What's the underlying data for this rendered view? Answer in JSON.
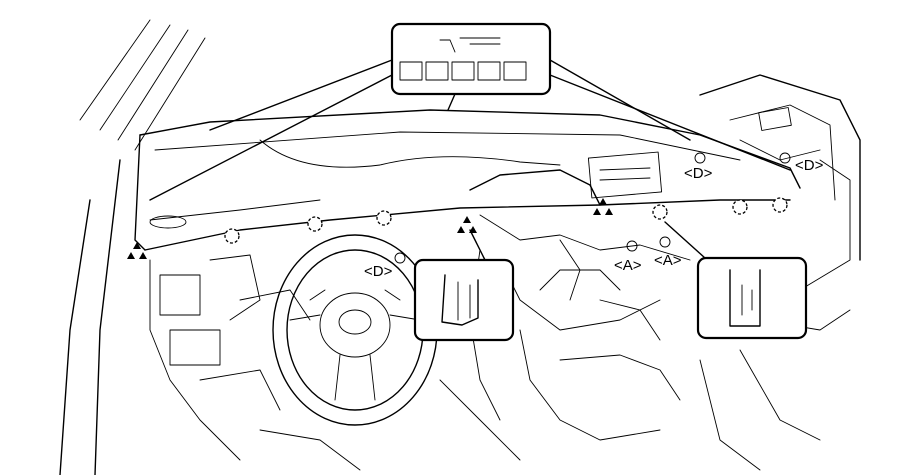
{
  "labels": {
    "d_left": "<D>",
    "d_top_right_1": "<D>",
    "d_top_right_2": "<D>",
    "a_left": "<A>",
    "a_right": "<A>"
  },
  "colors": {
    "line": "#000000",
    "background": "#ffffff"
  }
}
